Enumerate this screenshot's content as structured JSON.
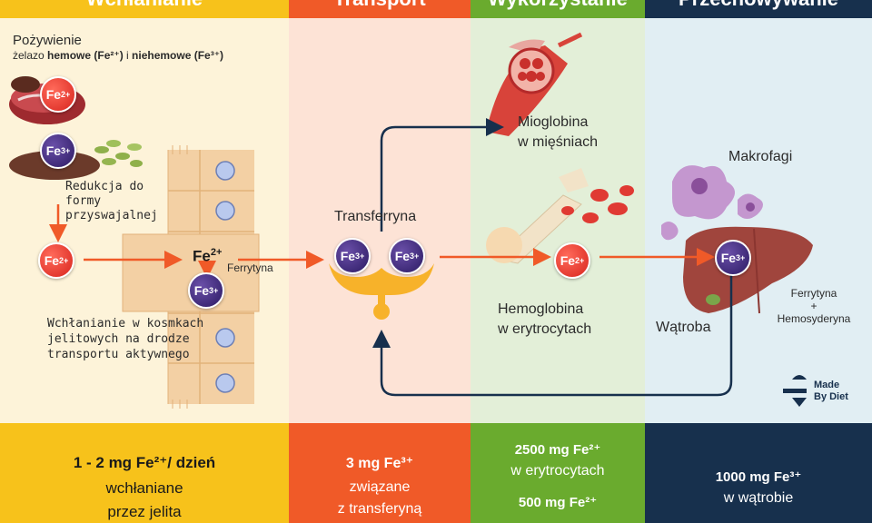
{
  "columns": {
    "col1": {
      "header": "Wchłanianie",
      "color": "#f7c21b",
      "bg": "#fdf3d9"
    },
    "col2": {
      "header": "Transport",
      "color": "#f05a28",
      "bg": "#fde3d6"
    },
    "col3": {
      "header": "Wykorzystanie",
      "color": "#6aab2e",
      "bg": "#e3efd8"
    },
    "col4": {
      "header": "Przechowywanie",
      "color": "#17304d",
      "bg": "#e1eef3"
    }
  },
  "food": {
    "title": "Pożywienie",
    "line_prefix": "żelazo ",
    "heme": "hemowe (Fe²⁺)",
    "mid": " i ",
    "nonheme": "niehemowe (Fe³⁺)"
  },
  "labels": {
    "reduction_1": "Redukcja do",
    "reduction_2": "formy",
    "reduction_3": "przyswajalnej",
    "ferritin_small": "Ferrytyna",
    "absorption_1": "Wchłanianie w kosmkach",
    "absorption_2": "jelitowych na drodze",
    "absorption_3": "transportu aktywnego",
    "transferrin": "Transferryna",
    "myoglobin_1": "Mioglobina",
    "myoglobin_2": "w mięśniach",
    "hemoglobin_1": "Hemoglobina",
    "hemoglobin_2": "w erytrocytach",
    "macrophages": "Makrofagi",
    "liver": "Wątroba",
    "storage_1": "Ferrytyna",
    "storage_plus": "+",
    "storage_2": "Hemosyderyna"
  },
  "ions": {
    "fe": "Fe",
    "fe2": "2+",
    "fe3": "3+"
  },
  "brand": {
    "line1": "Made",
    "line2": "By Diet"
  },
  "footer": {
    "col1_amount": "1 - 2 mg Fe²⁺/ dzień",
    "col1_l2": "wchłaniane",
    "col1_l3": "przez jelita",
    "col2_amount": "3 mg Fe³⁺",
    "col2_l2": "związane",
    "col2_l3": "z transferyną",
    "col3_amount1": "2500 mg Fe²⁺",
    "col3_l2": "w erytrocytach",
    "col3_amount2": "500 mg Fe²⁺",
    "col4_amount": "1000 mg Fe³⁺",
    "col4_l2": "w wątrobie"
  }
}
